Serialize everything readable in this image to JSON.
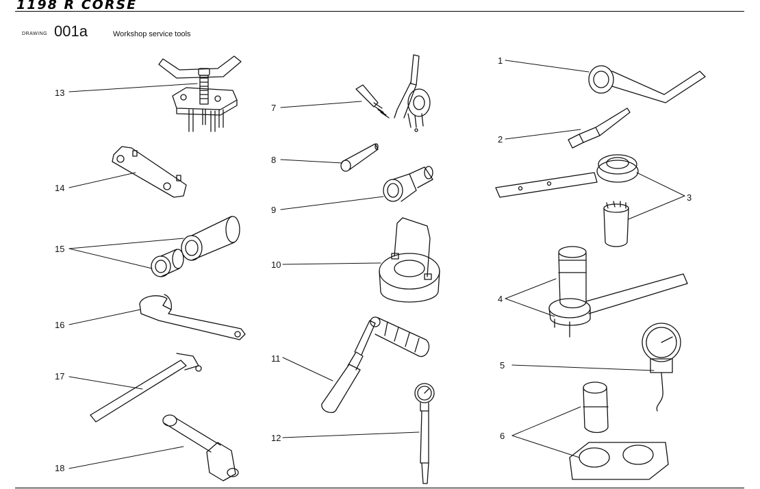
{
  "header": {
    "brand": "1198 R CORSE",
    "drawing_label": "DRAWING",
    "drawing_number": "001a",
    "title": "Workshop service tools"
  },
  "parts": [
    {
      "ref": "13",
      "tool": "puller-icon"
    },
    {
      "ref": "14",
      "tool": "pin-wrench-icon"
    },
    {
      "ref": "15",
      "tool": "socket-sleeves-icon"
    },
    {
      "ref": "16",
      "tool": "hook-wrench-icon"
    },
    {
      "ref": "17",
      "tool": "flat-bar-icon"
    },
    {
      "ref": "18",
      "tool": "cylinder-tool-icon"
    },
    {
      "ref": "7",
      "tool": "gauge-adapter-icon"
    },
    {
      "ref": "8",
      "tool": "cone-sleeve-icon"
    },
    {
      "ref": "9",
      "tool": "drift-icon"
    },
    {
      "ref": "10",
      "tool": "pot-holder-icon"
    },
    {
      "ref": "11",
      "tool": "ratchet-handle-icon"
    },
    {
      "ref": "12",
      "tool": "dial-gauge-rod-icon"
    },
    {
      "ref": "1",
      "tool": "bent-wrench-icon"
    },
    {
      "ref": "2",
      "tool": "pin-tool-icon"
    },
    {
      "ref": "3",
      "tool": "ring-wrench-icon"
    },
    {
      "ref": "4",
      "tool": "flange-wrench-icon"
    },
    {
      "ref": "5",
      "tool": "dial-indicator-icon"
    },
    {
      "ref": "6",
      "tool": "double-socket-icon"
    }
  ]
}
